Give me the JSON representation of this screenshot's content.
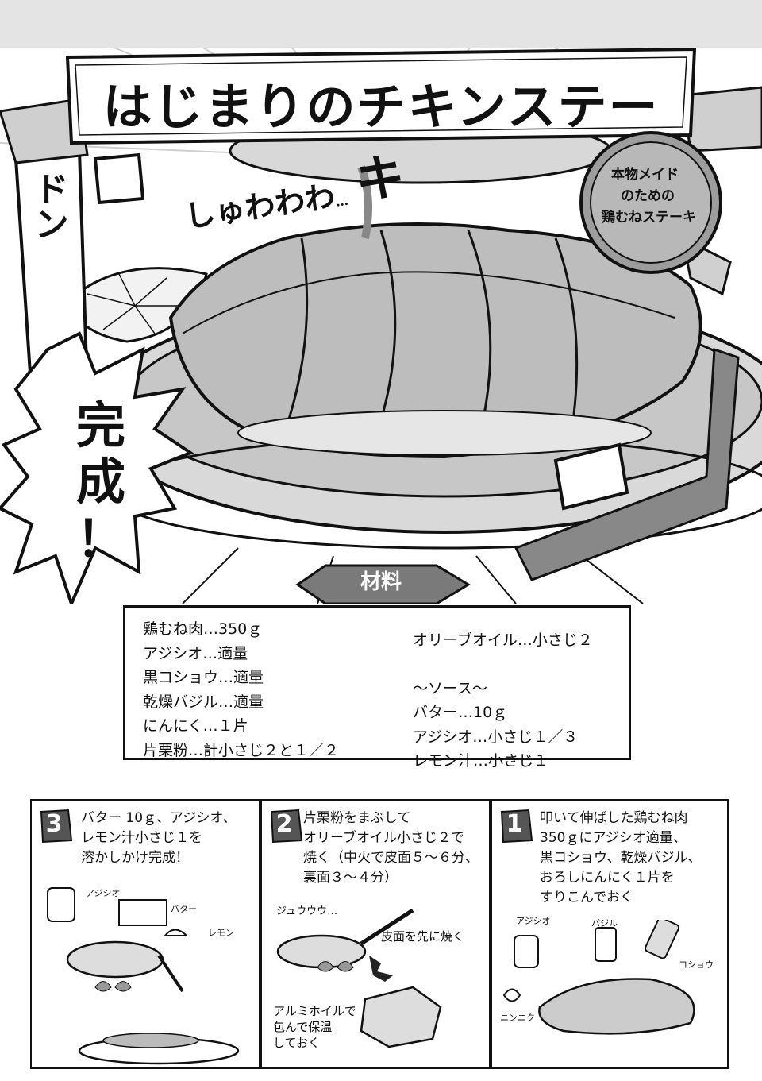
{
  "title": "はじまりのチキンステーキ",
  "badge": {
    "lines": [
      "本物メイド",
      "のための",
      "鶏むねステーキ"
    ]
  },
  "sfx": {
    "sizzle": "しゅわわわ",
    "sizzle_tail": "…",
    "dodon": "ドン"
  },
  "completion": {
    "chars": [
      "完",
      "成",
      "！"
    ]
  },
  "ingredients": {
    "heading": "材料",
    "left": [
      "鶏むね肉…350ｇ",
      "アジシオ…適量",
      "黒コショウ…適量",
      "乾燥バジル…適量",
      "にんにく…１片",
      "片栗粉…計小さじ２と１／２"
    ],
    "right": [
      "オリーブオイル…小さじ２",
      "",
      "～ソース～",
      "バター…10ｇ",
      "アジシオ…小さじ１／３",
      "レモン汁…小さじ１"
    ]
  },
  "steps": [
    {
      "number": "3",
      "lines": [
        "バター 10ｇ、アジシオ、",
        "レモン汁小さじ１を",
        "溶かしかけ完成！"
      ],
      "labels": {
        "ajishio": "アジシオ",
        "butter": "バター",
        "lemon": "レモン"
      }
    },
    {
      "number": "2",
      "lines": [
        "片栗粉をまぶして",
        "オリーブオイル小さじ２で",
        "焼く（中火で皮面５～６分、",
        "裏面３～４分）"
      ],
      "labels": {
        "sfx": "ジュウウウ…",
        "skin_first": "皮面を先に焼く",
        "foil": [
          "アルミホイルで",
          "包んで保温",
          "しておく"
        ]
      }
    },
    {
      "number": "1",
      "lines": [
        "叩いて伸ばした鶏むね肉",
        "350ｇにアジシオ適量、",
        "黒コショウ、乾燥バジル、",
        "おろしにんにく１片を",
        "すりこんでおく"
      ],
      "labels": {
        "ajishio": "アジシオ",
        "basil": "バジル",
        "pepper": "コショウ",
        "garlic": "ニンニク"
      }
    }
  ]
}
